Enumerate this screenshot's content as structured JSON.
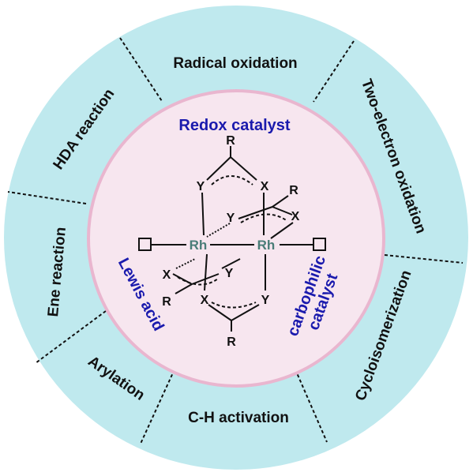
{
  "colors": {
    "outer_ring": "#bfe9ee",
    "inner_circle": "#f7e6ef",
    "inner_border": "#e9b6cf",
    "inner_label": "#1a1aad",
    "rh": "#4a7d78"
  },
  "outer_labels": {
    "radical_oxidation": "Radical oxidation",
    "two_electron_oxidation": "Two-electron oxidation",
    "cycloisomerization": "Cycloisomerization",
    "ch_activation": "C-H activation",
    "arylation": "Arylation",
    "ene_reaction": "Ene reaction",
    "hda_reaction": "HDA reaction"
  },
  "inner_labels": {
    "redox": "Redox catalyst",
    "lewis": "Lewis acid",
    "carbophilic_line1": "carbophilic",
    "carbophilic_line2": "catalyst"
  },
  "structure": {
    "rh": "Rh",
    "r": "R",
    "x": "X",
    "y": "Y"
  }
}
